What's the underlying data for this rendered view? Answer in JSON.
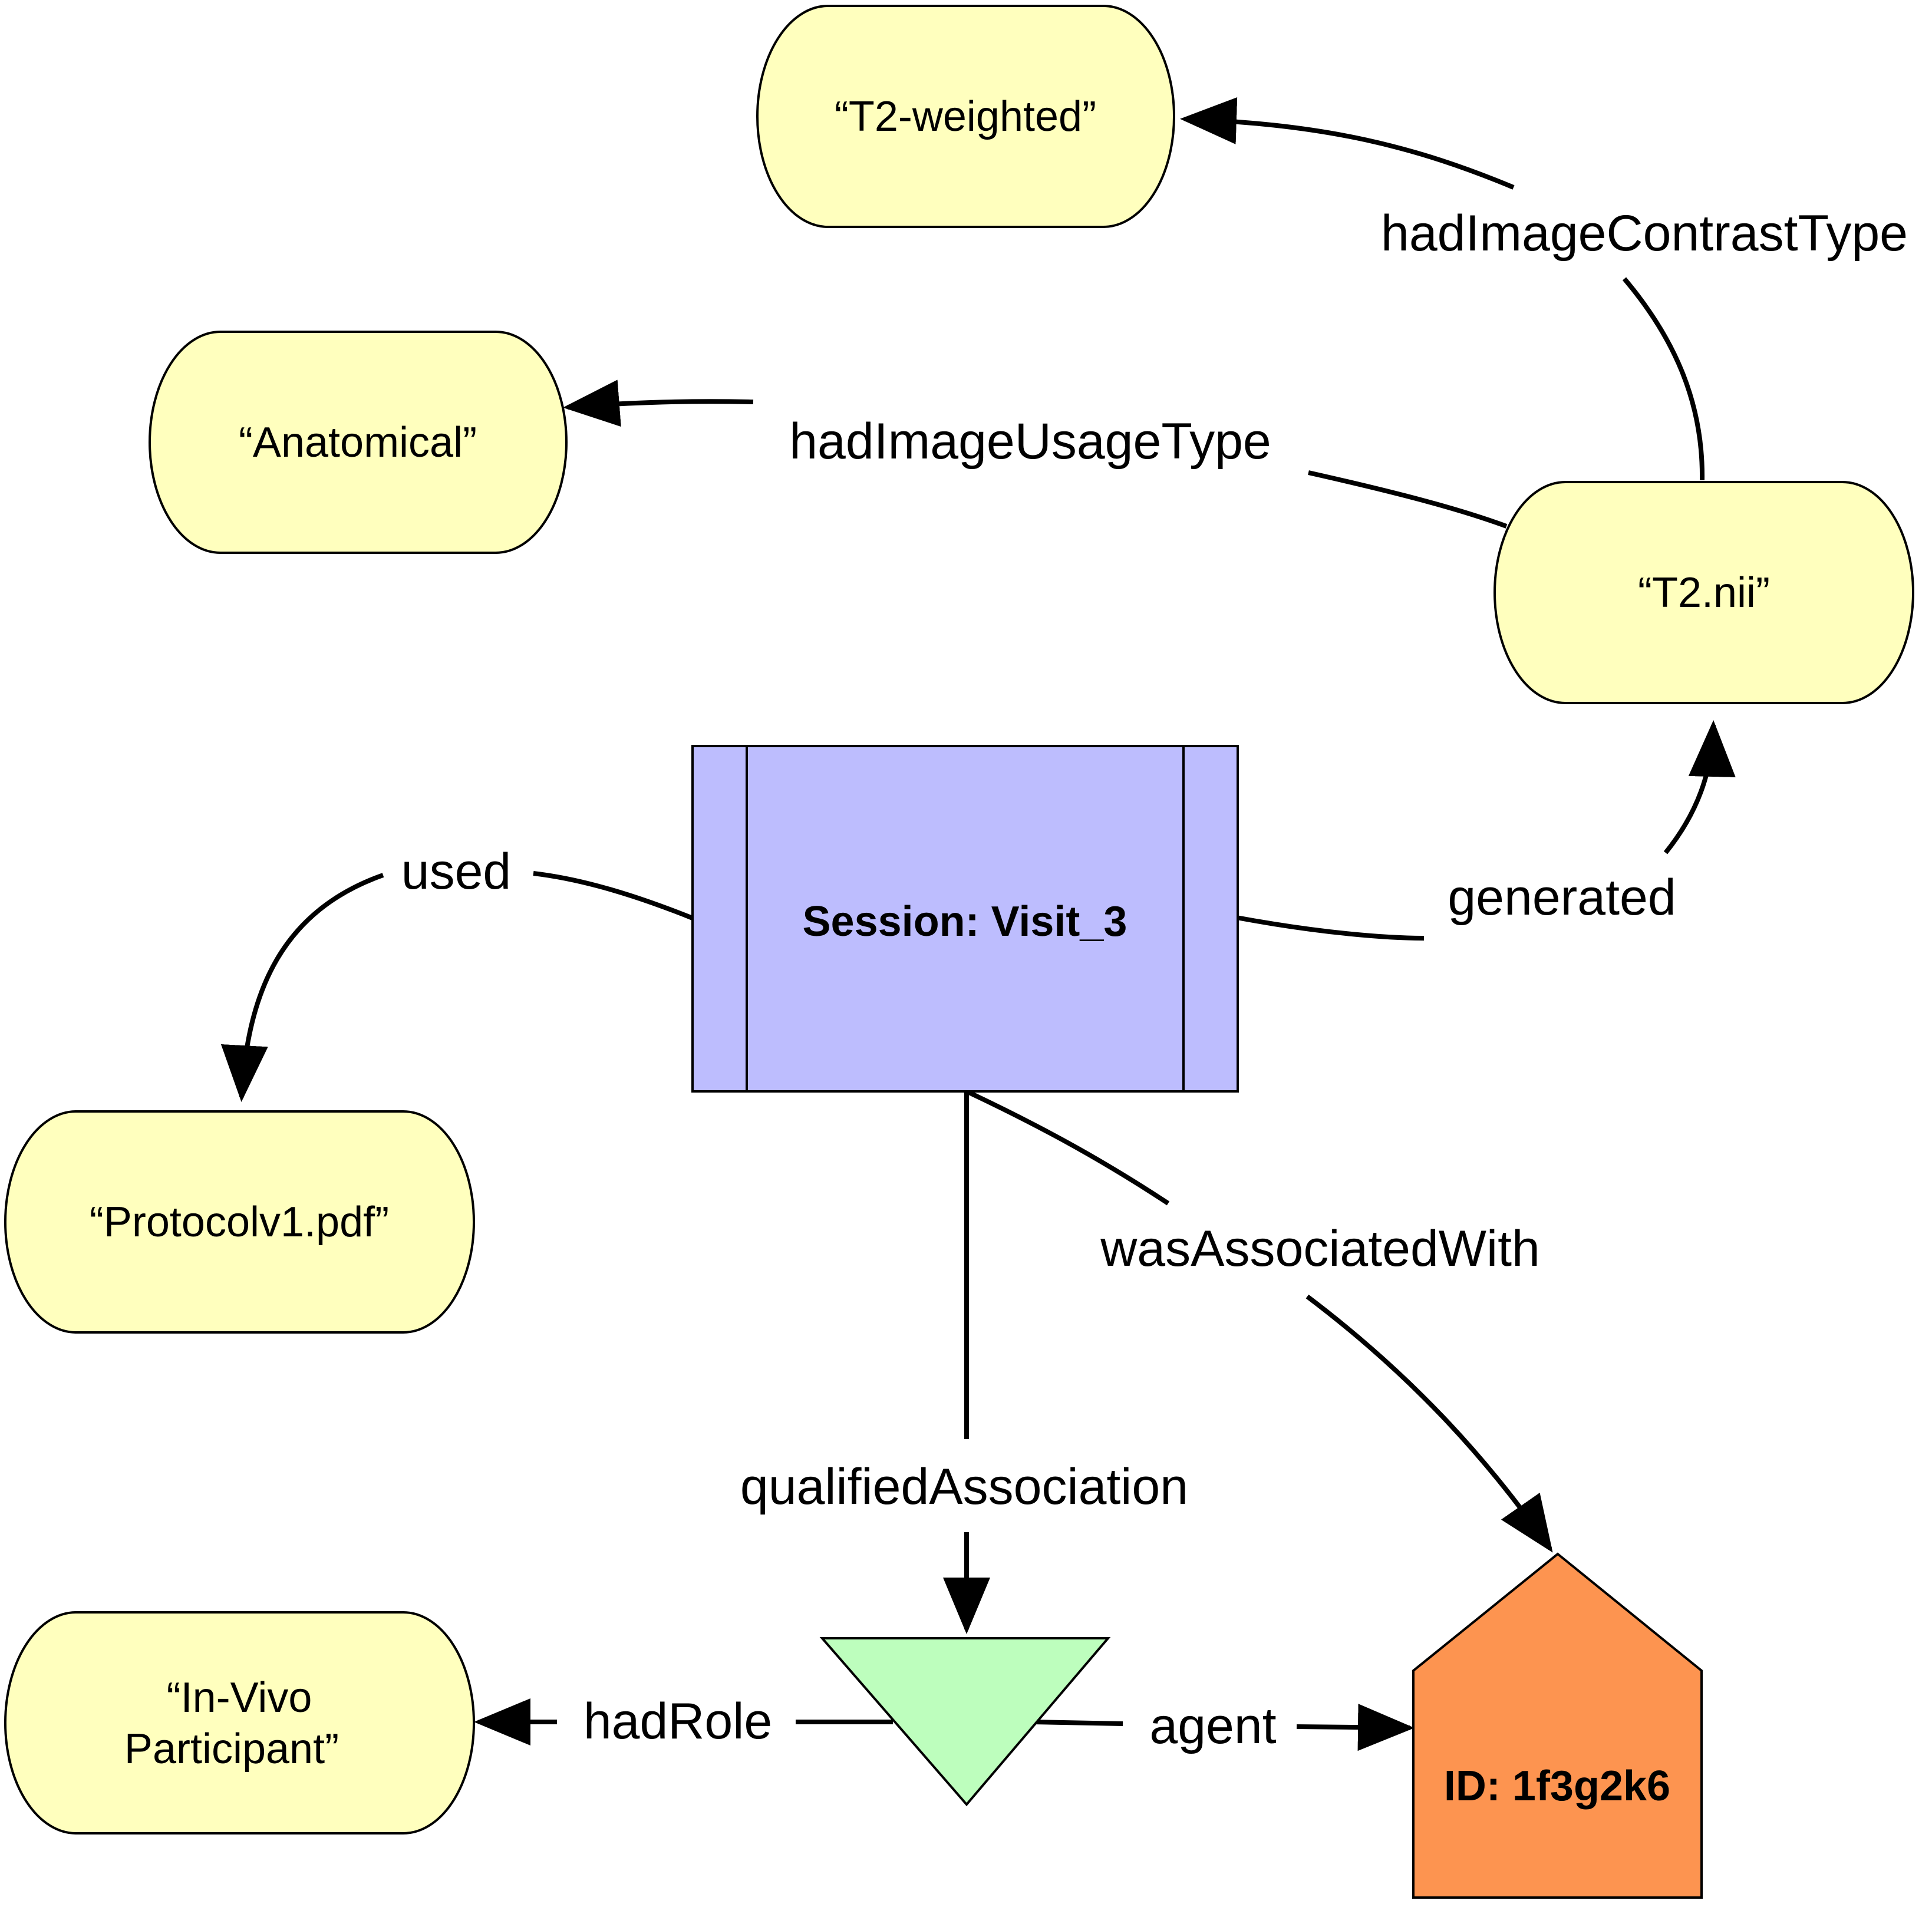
{
  "nodes": {
    "t2_weighted": {
      "label": "“T2-weighted”",
      "shape": "rounded-entity",
      "color": "#FFFFBE"
    },
    "anatomical": {
      "label": "“Anatomical”",
      "shape": "rounded-entity",
      "color": "#FFFFBE"
    },
    "t2_nii": {
      "label": "“T2.nii”",
      "shape": "rounded-entity",
      "color": "#FFFFBE"
    },
    "session": {
      "label": "Session: Visit_3",
      "shape": "activity-rectangle",
      "color": "#BDBDFE"
    },
    "protocol": {
      "label": "“Protocolv1.pdf”",
      "shape": "rounded-entity",
      "color": "#FFFFBE"
    },
    "role": {
      "label_line1": "“In-Vivo",
      "label_line2": "Participant”",
      "shape": "rounded-entity",
      "color": "#FFFFBE"
    },
    "association": {
      "shape": "inverted-triangle",
      "color": "#BDFEBD"
    },
    "agent": {
      "label": "ID: 1f3g2k6",
      "shape": "house-pentagon",
      "color": "#FD9450"
    }
  },
  "edges": {
    "had_image_contrast_type": {
      "label": "hadImageContrastType",
      "from": "“T2.nii”",
      "to": "“T2-weighted”"
    },
    "had_image_usage_type": {
      "label": "hadImageUsageType",
      "from": "“T2.nii”",
      "to": "“Anatomical”"
    },
    "generated": {
      "label": "generated",
      "from": "Session: Visit_3",
      "to": "“T2.nii”"
    },
    "used": {
      "label": "used",
      "from": "Session: Visit_3",
      "to": "“Protocolv1.pdf”"
    },
    "was_associated_with": {
      "label": "wasAssociatedWith",
      "from": "Session: Visit_3",
      "to": "ID: 1f3g2k6"
    },
    "qualified_association": {
      "label": "qualifiedAssociation",
      "from": "Session: Visit_3",
      "to": "association"
    },
    "had_role": {
      "label": "hadRole",
      "from": "association",
      "to": "“In-Vivo Participant”"
    },
    "agent_edge": {
      "label": "agent",
      "from": "association",
      "to": "ID: 1f3g2k6"
    }
  },
  "colors": {
    "entity_fill": "#FFFFBE",
    "activity_fill": "#BDBDFE",
    "association_fill": "#BDFEBD",
    "agent_fill": "#FD9450",
    "stroke": "#000000"
  }
}
